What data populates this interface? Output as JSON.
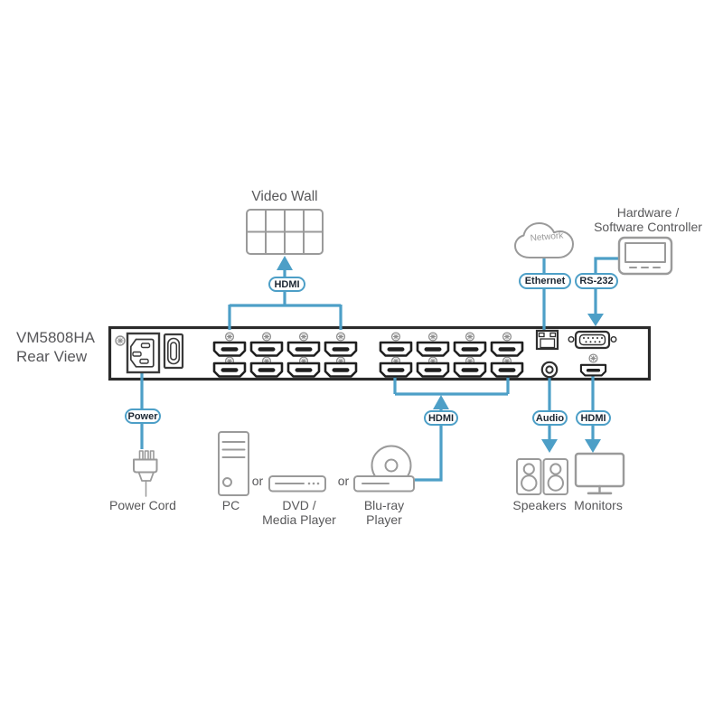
{
  "title": {
    "model": "VM5808HA",
    "view": "Rear View"
  },
  "labels": {
    "video_wall": "Video Wall",
    "network": "Network",
    "controller_line1": "Hardware /",
    "controller_line2": "Software Controller",
    "power_cord": "Power Cord",
    "pc": "PC",
    "or_1": "or",
    "or_2": "or",
    "dvd_line1": "DVD /",
    "dvd_line2": "Media Player",
    "bluray_line1": "Blu-ray",
    "bluray_line2": "Player",
    "speakers": "Speakers",
    "monitors": "Monitors"
  },
  "badges": {
    "hdmi_top": "HDMI",
    "ethernet": "Ethernet",
    "rs232": "RS-232",
    "power": "Power",
    "hdmi_source": "HDMI",
    "audio": "Audio",
    "hdmi_out": "HDMI"
  },
  "colors": {
    "line_blue": "#4D9FC7",
    "icon_gray": "#9A9A9A",
    "panel_dark": "#2B2B2B",
    "label_gray": "#58585A",
    "badge_text": "#1C2733"
  }
}
